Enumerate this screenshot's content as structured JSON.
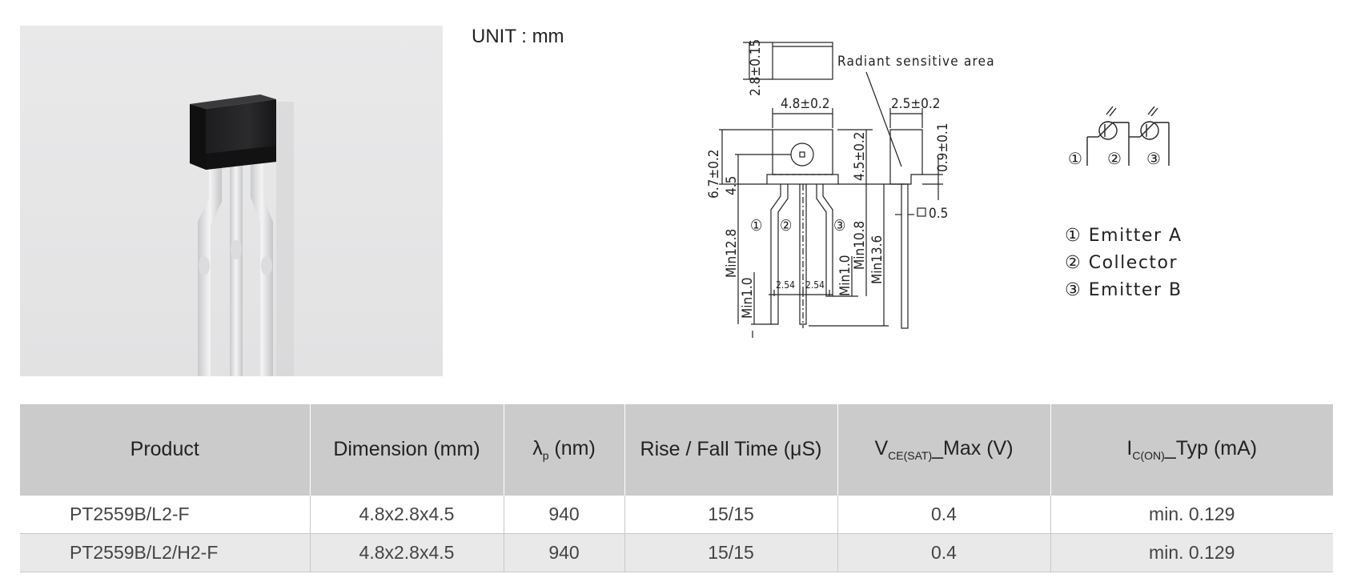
{
  "unit_label": "UNIT : mm",
  "drawing": {
    "radiant_label": "Radiant sensitive area",
    "dims": {
      "sensor_height": "2.8±0.15",
      "width": "4.8±0.2",
      "side_width": "2.5±0.2",
      "total_height": "6.7±0.2",
      "height_45": "4.5",
      "body_height": "4.5±0.2",
      "tab_height": "0.9±0.1",
      "lead_square": "0.5",
      "min_128": "Min12.8",
      "min_10_left": "Min1.0",
      "pitch_a": "2.54",
      "pitch_b": "2.54",
      "min_10_right": "Min1.0",
      "min_108": "Min10.8",
      "min_136": "Min13.6"
    },
    "pin_marks": [
      "①",
      "②",
      "③"
    ]
  },
  "pins": [
    {
      "num": "①",
      "name": "Emitter  A"
    },
    {
      "num": "②",
      "name": "Collector"
    },
    {
      "num": "③",
      "name": "Emitter  B"
    }
  ],
  "table": {
    "headers": {
      "product": "Product",
      "dimension": "Dimension (mm)",
      "wavelength_sym": "λ",
      "wavelength_sub": "p",
      "wavelength_unit": " (nm)",
      "rise_fall": "Rise / Fall Time (μS)",
      "vce_sym": "V",
      "vce_sub": "CE(SAT)",
      "vce_rest": "_Max (V)",
      "ic_sym": "I",
      "ic_sub": "C(ON)",
      "ic_rest": "_Typ (mA)"
    },
    "rows": [
      {
        "product": "PT2559B/L2-F",
        "dimension": "4.8x2.8x4.5",
        "wavelength": "940",
        "rise_fall": "15/15",
        "vce": "0.4",
        "ic": "min. 0.129"
      },
      {
        "product": "PT2559B/L2/H2-F",
        "dimension": "4.8x2.8x4.5",
        "wavelength": "940",
        "rise_fall": "15/15",
        "vce": "0.4",
        "ic": "min. 0.129"
      }
    ]
  },
  "colors": {
    "header_bg": "#cbcbcc",
    "row_alt_bg": "#e9e9ea",
    "photo_bg": "#e6e6e7"
  }
}
